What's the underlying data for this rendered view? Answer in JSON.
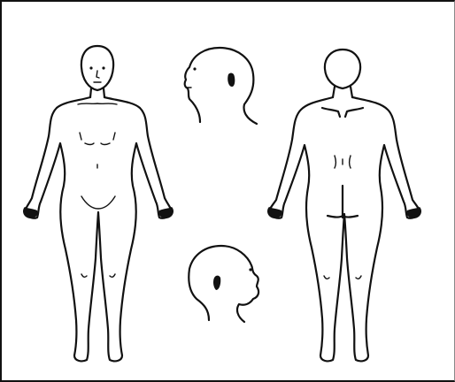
{
  "diagram": {
    "figures": [
      {
        "id": "body-front",
        "label": ""
      },
      {
        "id": "head-right-profile",
        "label": ""
      },
      {
        "id": "body-back",
        "label": ""
      },
      {
        "id": "head-left-profile",
        "label": ""
      }
    ],
    "colors": {
      "ink": "#111111",
      "paper": "#ffffff",
      "frame": "#111111"
    }
  }
}
